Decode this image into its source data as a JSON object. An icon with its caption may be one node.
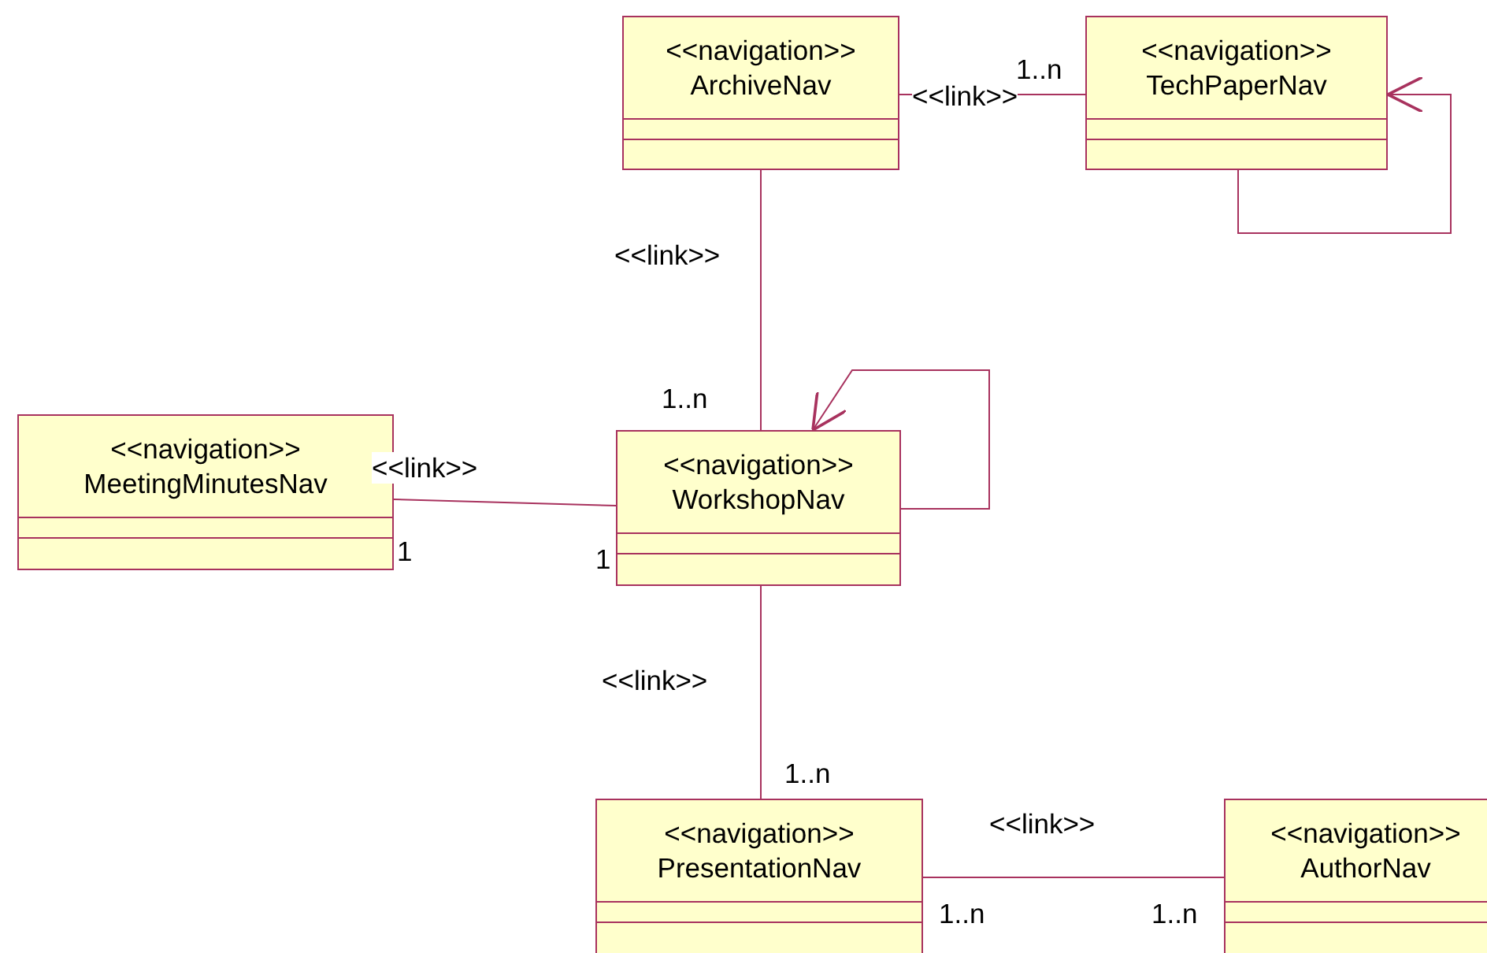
{
  "diagram": {
    "nodes": [
      {
        "text": [
          "<<navigation>>",
          "ArchiveNav"
        ]
      },
      {
        "text": [
          "<<navigation>>",
          "TechPaperNav"
        ]
      },
      {
        "text": [
          "<<navigation>>",
          "MeetingMinutesNav"
        ]
      },
      {
        "text": [
          "<<navigation>>",
          "WorkshopNav"
        ]
      },
      {
        "text": [
          "<<navigation>>",
          "PresentationNav"
        ]
      },
      {
        "text": [
          "<<navigation>>",
          "AuthorNav"
        ]
      }
    ],
    "edges": [
      {
        "from": 0,
        "to": 1,
        "arrow": "none",
        "label": "<<link>>"
      },
      {
        "from": 1,
        "to": 1,
        "arrow": "to"
      },
      {
        "from": 0,
        "to": 3,
        "arrow": "none",
        "label": "<<link>>"
      },
      {
        "from": 2,
        "to": 3,
        "arrow": "none",
        "label": "<<link>>"
      },
      {
        "from": 3,
        "to": 3,
        "arrow": "to"
      },
      {
        "from": 3,
        "to": 4,
        "arrow": "none",
        "label": "<<link>>"
      },
      {
        "from": 4,
        "to": 5,
        "arrow": "none",
        "label": "<<link>>"
      }
    ],
    "labels": [
      "1..n",
      "1..n",
      "1",
      "1",
      "1..n",
      "1..n",
      "1..n"
    ]
  }
}
